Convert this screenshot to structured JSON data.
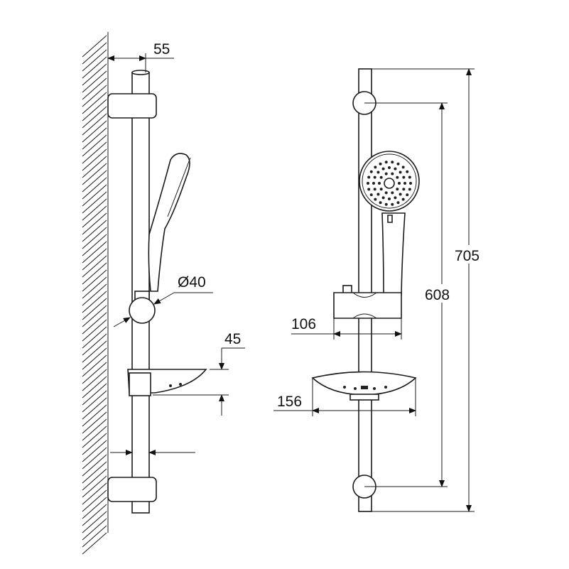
{
  "drawing": {
    "side_view": {
      "wall_offset": "55",
      "slider_diameter": "Ø40",
      "soap_dish_height": "45"
    },
    "front_view": {
      "overall_height": "705",
      "bracket_spacing": "608",
      "slider_width": "106",
      "soap_dish_width": "156"
    }
  }
}
